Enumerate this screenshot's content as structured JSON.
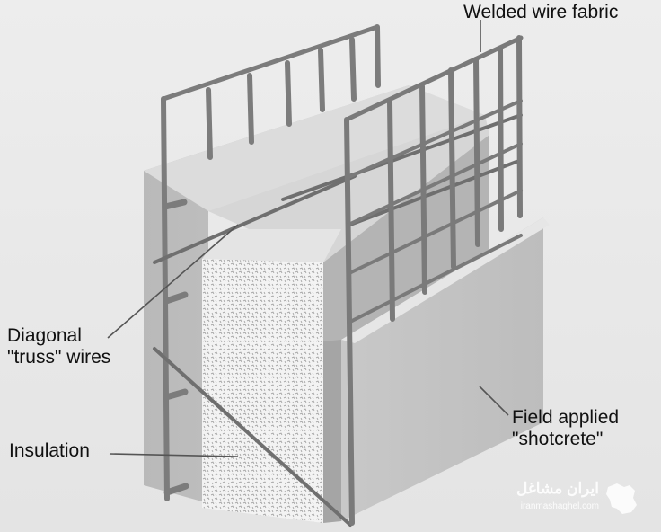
{
  "labels": {
    "welded_wire_fabric": "Welded wire fabric",
    "diagonal_line1": "Diagonal",
    "diagonal_line2": "\"truss\" wires",
    "insulation": "Insulation",
    "shotcrete_line1": "Field applied",
    "shotcrete_line2": "\"shotcrete\""
  },
  "watermark": {
    "brand": "ایران مشاغل",
    "url": "iranmashaghel.com",
    "logo_icon": "iran-map-icon"
  },
  "colors": {
    "background": "#e9e9e9",
    "concrete_front": "#c2c2c2",
    "concrete_top": "#dedede",
    "concrete_side": "#a8a8a8",
    "insulation": "#f4f4f4",
    "wire": "#7e7e7e",
    "leader": "#5a5a5a",
    "text": "#111111"
  }
}
